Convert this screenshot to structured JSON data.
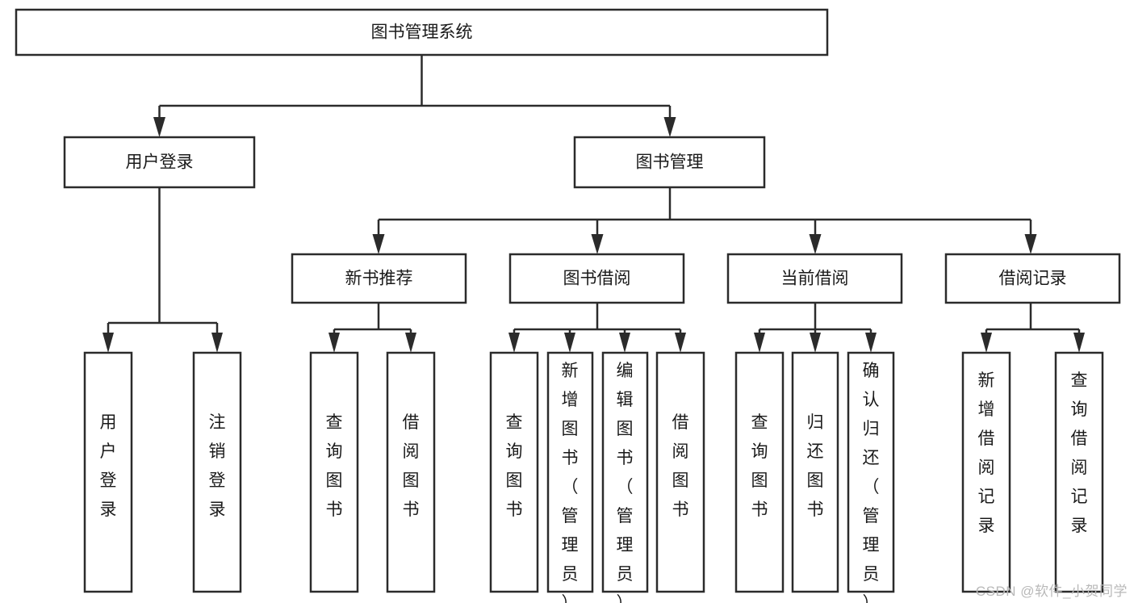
{
  "diagram": {
    "type": "hierarchy-tree",
    "title_node": {
      "id": "root",
      "label": "图书管理系统"
    },
    "level2": [
      {
        "id": "user-login",
        "label": "用户登录"
      },
      {
        "id": "book-management",
        "label": "图书管理"
      }
    ],
    "level3": [
      {
        "id": "new-book-recommend",
        "label": "新书推荐",
        "parent": "book-management"
      },
      {
        "id": "book-borrow",
        "label": "图书借阅",
        "parent": "book-management"
      },
      {
        "id": "current-borrow",
        "label": "当前借阅",
        "parent": "book-management"
      },
      {
        "id": "borrow-record",
        "label": "借阅记录",
        "parent": "book-management"
      }
    ],
    "leaves": [
      {
        "id": "leaf-user-login",
        "label": "用户登录",
        "parent": "user-login"
      },
      {
        "id": "leaf-logout-login",
        "label": "注销登录",
        "parent": "user-login"
      },
      {
        "id": "leaf-query-book-1",
        "label": "查询图书",
        "parent": "new-book-recommend"
      },
      {
        "id": "leaf-borrow-book-1",
        "label": "借阅图书",
        "parent": "new-book-recommend"
      },
      {
        "id": "leaf-query-book-2",
        "label": "查询图书",
        "parent": "book-borrow"
      },
      {
        "id": "leaf-add-book",
        "label": "新增图书（管理员）",
        "parent": "book-borrow"
      },
      {
        "id": "leaf-edit-book",
        "label": "编辑图书（管理员）",
        "parent": "book-borrow"
      },
      {
        "id": "leaf-borrow-book-2",
        "label": "借阅图书",
        "parent": "book-borrow"
      },
      {
        "id": "leaf-query-book-3",
        "label": "查询图书",
        "parent": "current-borrow"
      },
      {
        "id": "leaf-return-book",
        "label": "归还图书",
        "parent": "current-borrow"
      },
      {
        "id": "leaf-confirm-return",
        "label": "确认归还（管理员）",
        "parent": "current-borrow"
      },
      {
        "id": "leaf-add-record",
        "label": "新增借阅记录",
        "parent": "borrow-record"
      },
      {
        "id": "leaf-query-record",
        "label": "查询借阅记录",
        "parent": "borrow-record"
      }
    ],
    "colors": {
      "box_stroke": "#2b2b2b",
      "box_fill": "#ffffff",
      "connector": "#2b2b2b",
      "text": "#1a1a1a",
      "background": "#ffffff",
      "watermark": "#b9b9b9"
    }
  },
  "watermark": {
    "label": "CSDN @软件_小贺同学"
  }
}
